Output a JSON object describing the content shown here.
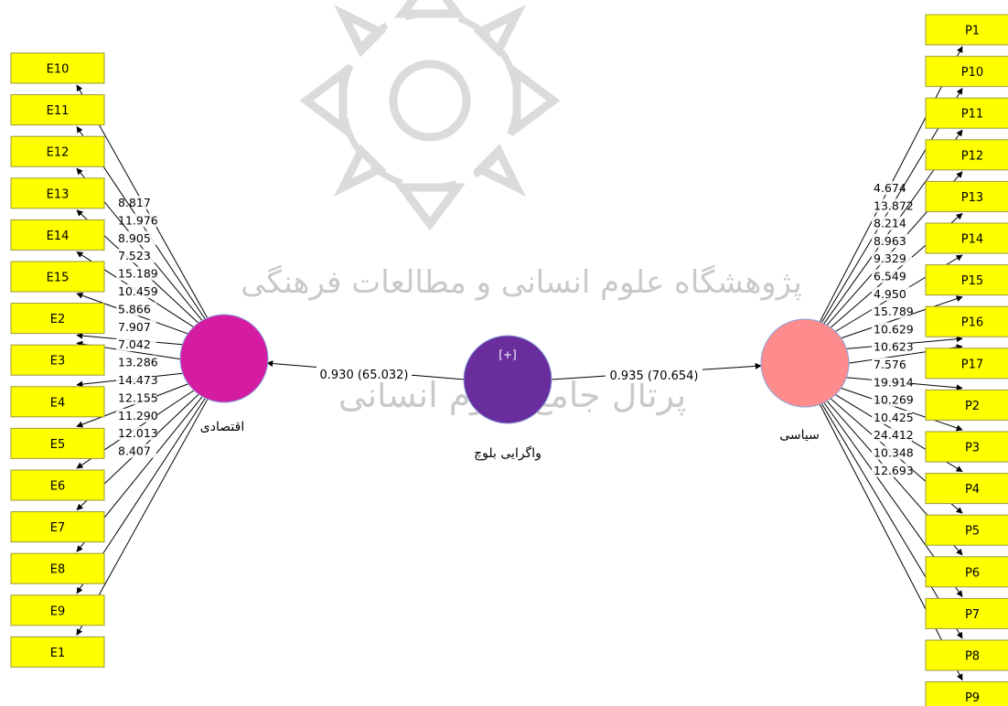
{
  "model": {
    "economic": {
      "label": "اقتصادی",
      "color": "#d61ba3",
      "indicators": [
        {
          "name": "E10",
          "weight": "8.817"
        },
        {
          "name": "E11",
          "weight": "11.976"
        },
        {
          "name": "E12",
          "weight": "8.905"
        },
        {
          "name": "E13",
          "weight": "7.523"
        },
        {
          "name": "E14",
          "weight": "15.189"
        },
        {
          "name": "E15",
          "weight": "10.459"
        },
        {
          "name": "E2",
          "weight": "5.866"
        },
        {
          "name": "E3",
          "weight": "7.907"
        },
        {
          "name": "E4",
          "weight": "7.042"
        },
        {
          "name": "E5",
          "weight": "13.286"
        },
        {
          "name": "E6",
          "weight": "14.473"
        },
        {
          "name": "E7",
          "weight": "12.155"
        },
        {
          "name": "E8",
          "weight": "11.290"
        },
        {
          "name": "E9",
          "weight": "12.013"
        },
        {
          "name": "E1",
          "weight": "8.407"
        }
      ]
    },
    "center": {
      "label": "واگرایی بلوچ",
      "expand_marker": "[+]",
      "color": "#6a2d9e"
    },
    "political": {
      "label": "سیاسی",
      "color": "#ff8c8c",
      "indicators": [
        {
          "name": "P1",
          "weight": "4.674"
        },
        {
          "name": "P10",
          "weight": "13.872"
        },
        {
          "name": "P11",
          "weight": "8.214"
        },
        {
          "name": "P12",
          "weight": "8.963"
        },
        {
          "name": "P13",
          "weight": "9.329"
        },
        {
          "name": "P14",
          "weight": "6.549"
        },
        {
          "name": "P15",
          "weight": "4.950"
        },
        {
          "name": "P16",
          "weight": "15.789"
        },
        {
          "name": "P17",
          "weight": "10.629"
        },
        {
          "name": "P2",
          "weight": "10.623"
        },
        {
          "name": "P3",
          "weight": "7.576"
        },
        {
          "name": "P4",
          "weight": "19.914"
        },
        {
          "name": "P5",
          "weight": "10.269"
        },
        {
          "name": "P6",
          "weight": "10.425"
        },
        {
          "name": "P7",
          "weight": "24.412"
        },
        {
          "name": "P8",
          "weight": "10.348"
        },
        {
          "name": "P9",
          "weight": "12.693"
        }
      ]
    },
    "paths": {
      "to_economic": "0.930 (65.032)",
      "to_political": "0.935 (70.654)"
    },
    "watermark": {
      "line1": "پژوهشگاه علوم انسانی و مطالعات فرهنگی",
      "line2": "پرتال جامع علوم انسانی"
    },
    "colors": {
      "indicator_fill": "#ffff00",
      "watermark": "#c8c8c8"
    }
  }
}
